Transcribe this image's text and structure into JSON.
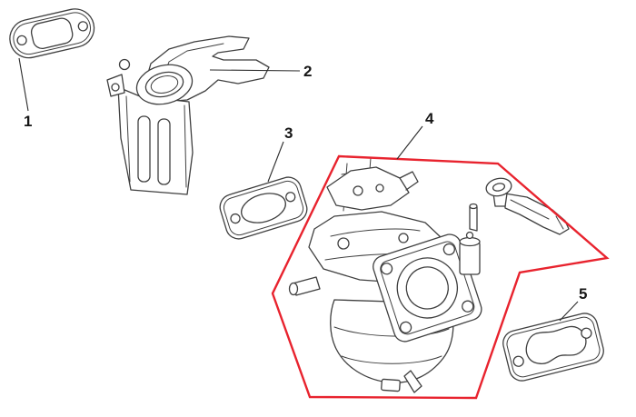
{
  "colors": {
    "line": "#3f3f3f",
    "leader": "#2b2b2b",
    "label": "#161616",
    "highlight": "#e8232e"
  },
  "callouts": [
    {
      "text": "1"
    },
    {
      "text": "2"
    },
    {
      "text": "3"
    },
    {
      "text": "4"
    },
    {
      "text": "5"
    }
  ],
  "highlighted_callout": "4"
}
